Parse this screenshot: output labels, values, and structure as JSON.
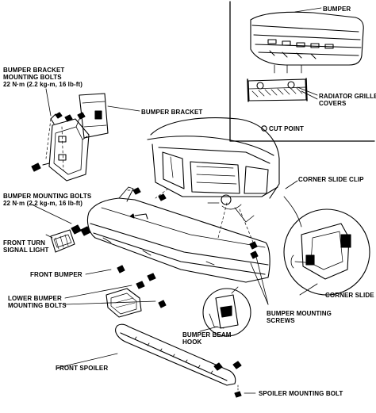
{
  "labels": {
    "bumper": "BUMPER",
    "radiator_grille_covers_1": "RADIATOR GRILLE",
    "radiator_grille_covers_2": "COVERS",
    "cut_point": "CUT POINT",
    "bumper_bracket_bolts_1": "BUMPER BRACKET",
    "bumper_bracket_bolts_2": "MOUNTING BOLTS",
    "bumper_bracket_bolts_3": "22 N·m (2.2 kg-m, 16 lb-ft)",
    "bumper_bracket": "BUMPER BRACKET",
    "corner_slide_clip": "CORNER SLIDE CLIP",
    "bumper_mounting_bolts_1": "BUMPER MOUNTING BOLTS",
    "bumper_mounting_bolts_2": "22 N·m (2.2 kg-m, 16 lb-ft)",
    "front_turn_signal_1": "FRONT TURN",
    "front_turn_signal_2": "SIGNAL LIGHT",
    "front_bumper": "FRONT BUMPER",
    "corner_slide": "CORNER SLIDE",
    "lower_bumper_bolts_1": "LOWER BUMPER",
    "lower_bumper_bolts_2": "MOUNTING BOLTS",
    "bumper_mounting_screws_1": "BUMPER MOUNTING",
    "bumper_mounting_screws_2": "SCREWS",
    "bumper_beam_hook_1": "BUMPER BEAM",
    "bumper_beam_hook_2": "HOOK",
    "front_spoiler": "FRONT SPOILER",
    "spoiler_mounting_bolt": "SPOILER MOUNTING BOLT"
  }
}
